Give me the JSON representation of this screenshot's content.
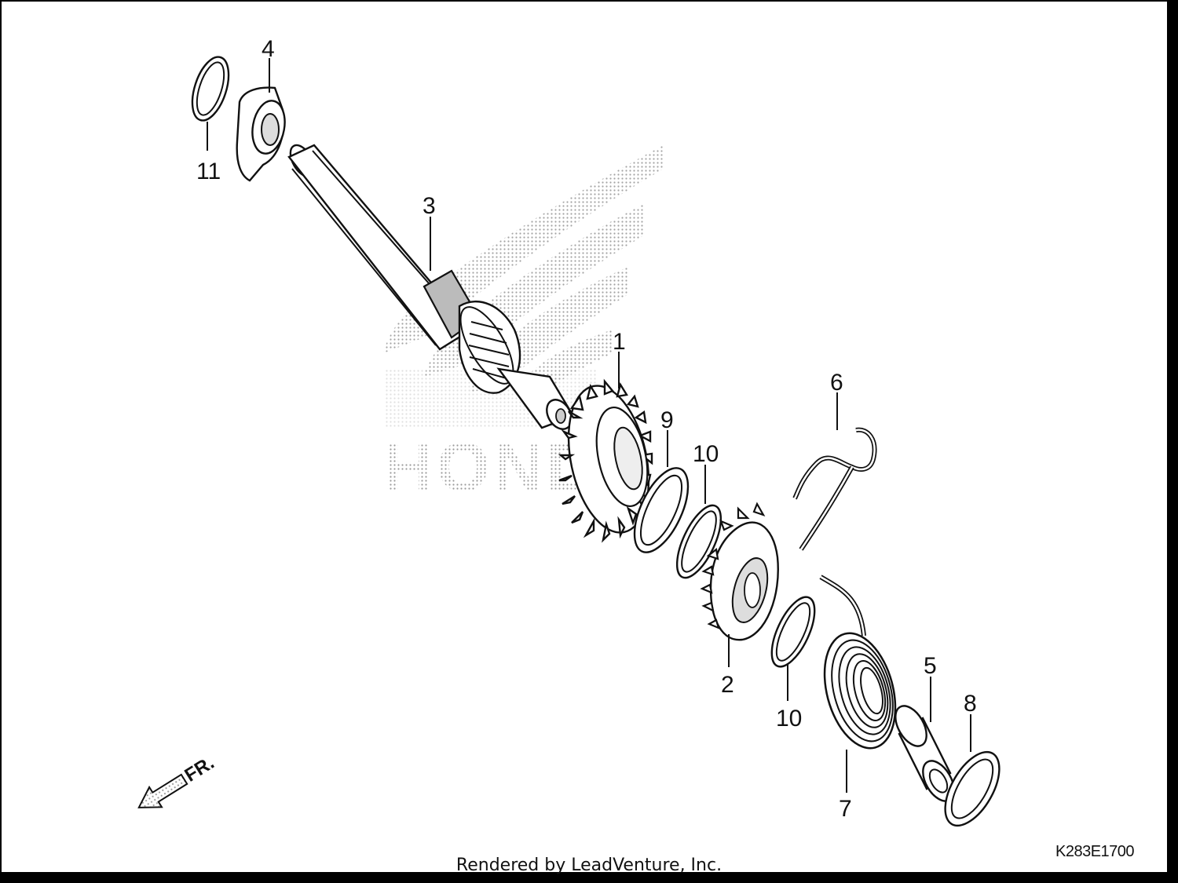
{
  "callouts": [
    {
      "id": "1",
      "text": "1"
    },
    {
      "id": "2",
      "text": "2"
    },
    {
      "id": "3",
      "text": "3"
    },
    {
      "id": "4",
      "text": "4"
    },
    {
      "id": "5",
      "text": "5"
    },
    {
      "id": "6",
      "text": "6"
    },
    {
      "id": "7",
      "text": "7"
    },
    {
      "id": "8",
      "text": "8"
    },
    {
      "id": "9",
      "text": "9"
    },
    {
      "id": "10a",
      "text": "10"
    },
    {
      "id": "10b",
      "text": "10"
    },
    {
      "id": "11",
      "text": "11"
    }
  ],
  "direction_label": "FR.",
  "drawing_code": "K283E1700",
  "footer": "Rendered by LeadVenture, Inc.",
  "watermark": "HONDA",
  "colors": {
    "ink": "#111111",
    "watermark": "#bdbdbd",
    "background": "#ffffff"
  }
}
